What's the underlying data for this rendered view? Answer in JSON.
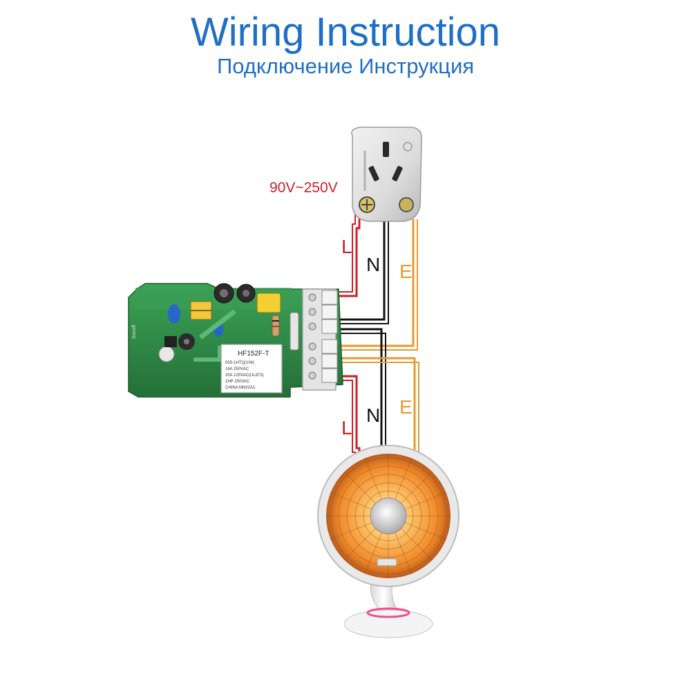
{
  "title": "Wiring Instruction",
  "subtitle": "Подключение Инструкция",
  "voltage": "90V~250V",
  "wire_labels": {
    "input_live": "L",
    "input_neutral": "N",
    "input_earth": "E",
    "output_live": "L",
    "output_neutral": "N",
    "output_earth": "E"
  },
  "relay": {
    "model": "HF152F-T",
    "spec_lines": [
      "005-1HTQ(104)",
      "16A 250VAC",
      "20A 125VAC(UL873)",
      "1HP 250VAC",
      "CHINA MN02A1"
    ]
  },
  "board_label": "Sonoff",
  "colors": {
    "title": "#1f6fc4",
    "voltage": "#d11c2a",
    "live": "#d11c2a",
    "neutral": "#111111",
    "earth": "#e59a2e",
    "pcb": "#2f8f48"
  }
}
